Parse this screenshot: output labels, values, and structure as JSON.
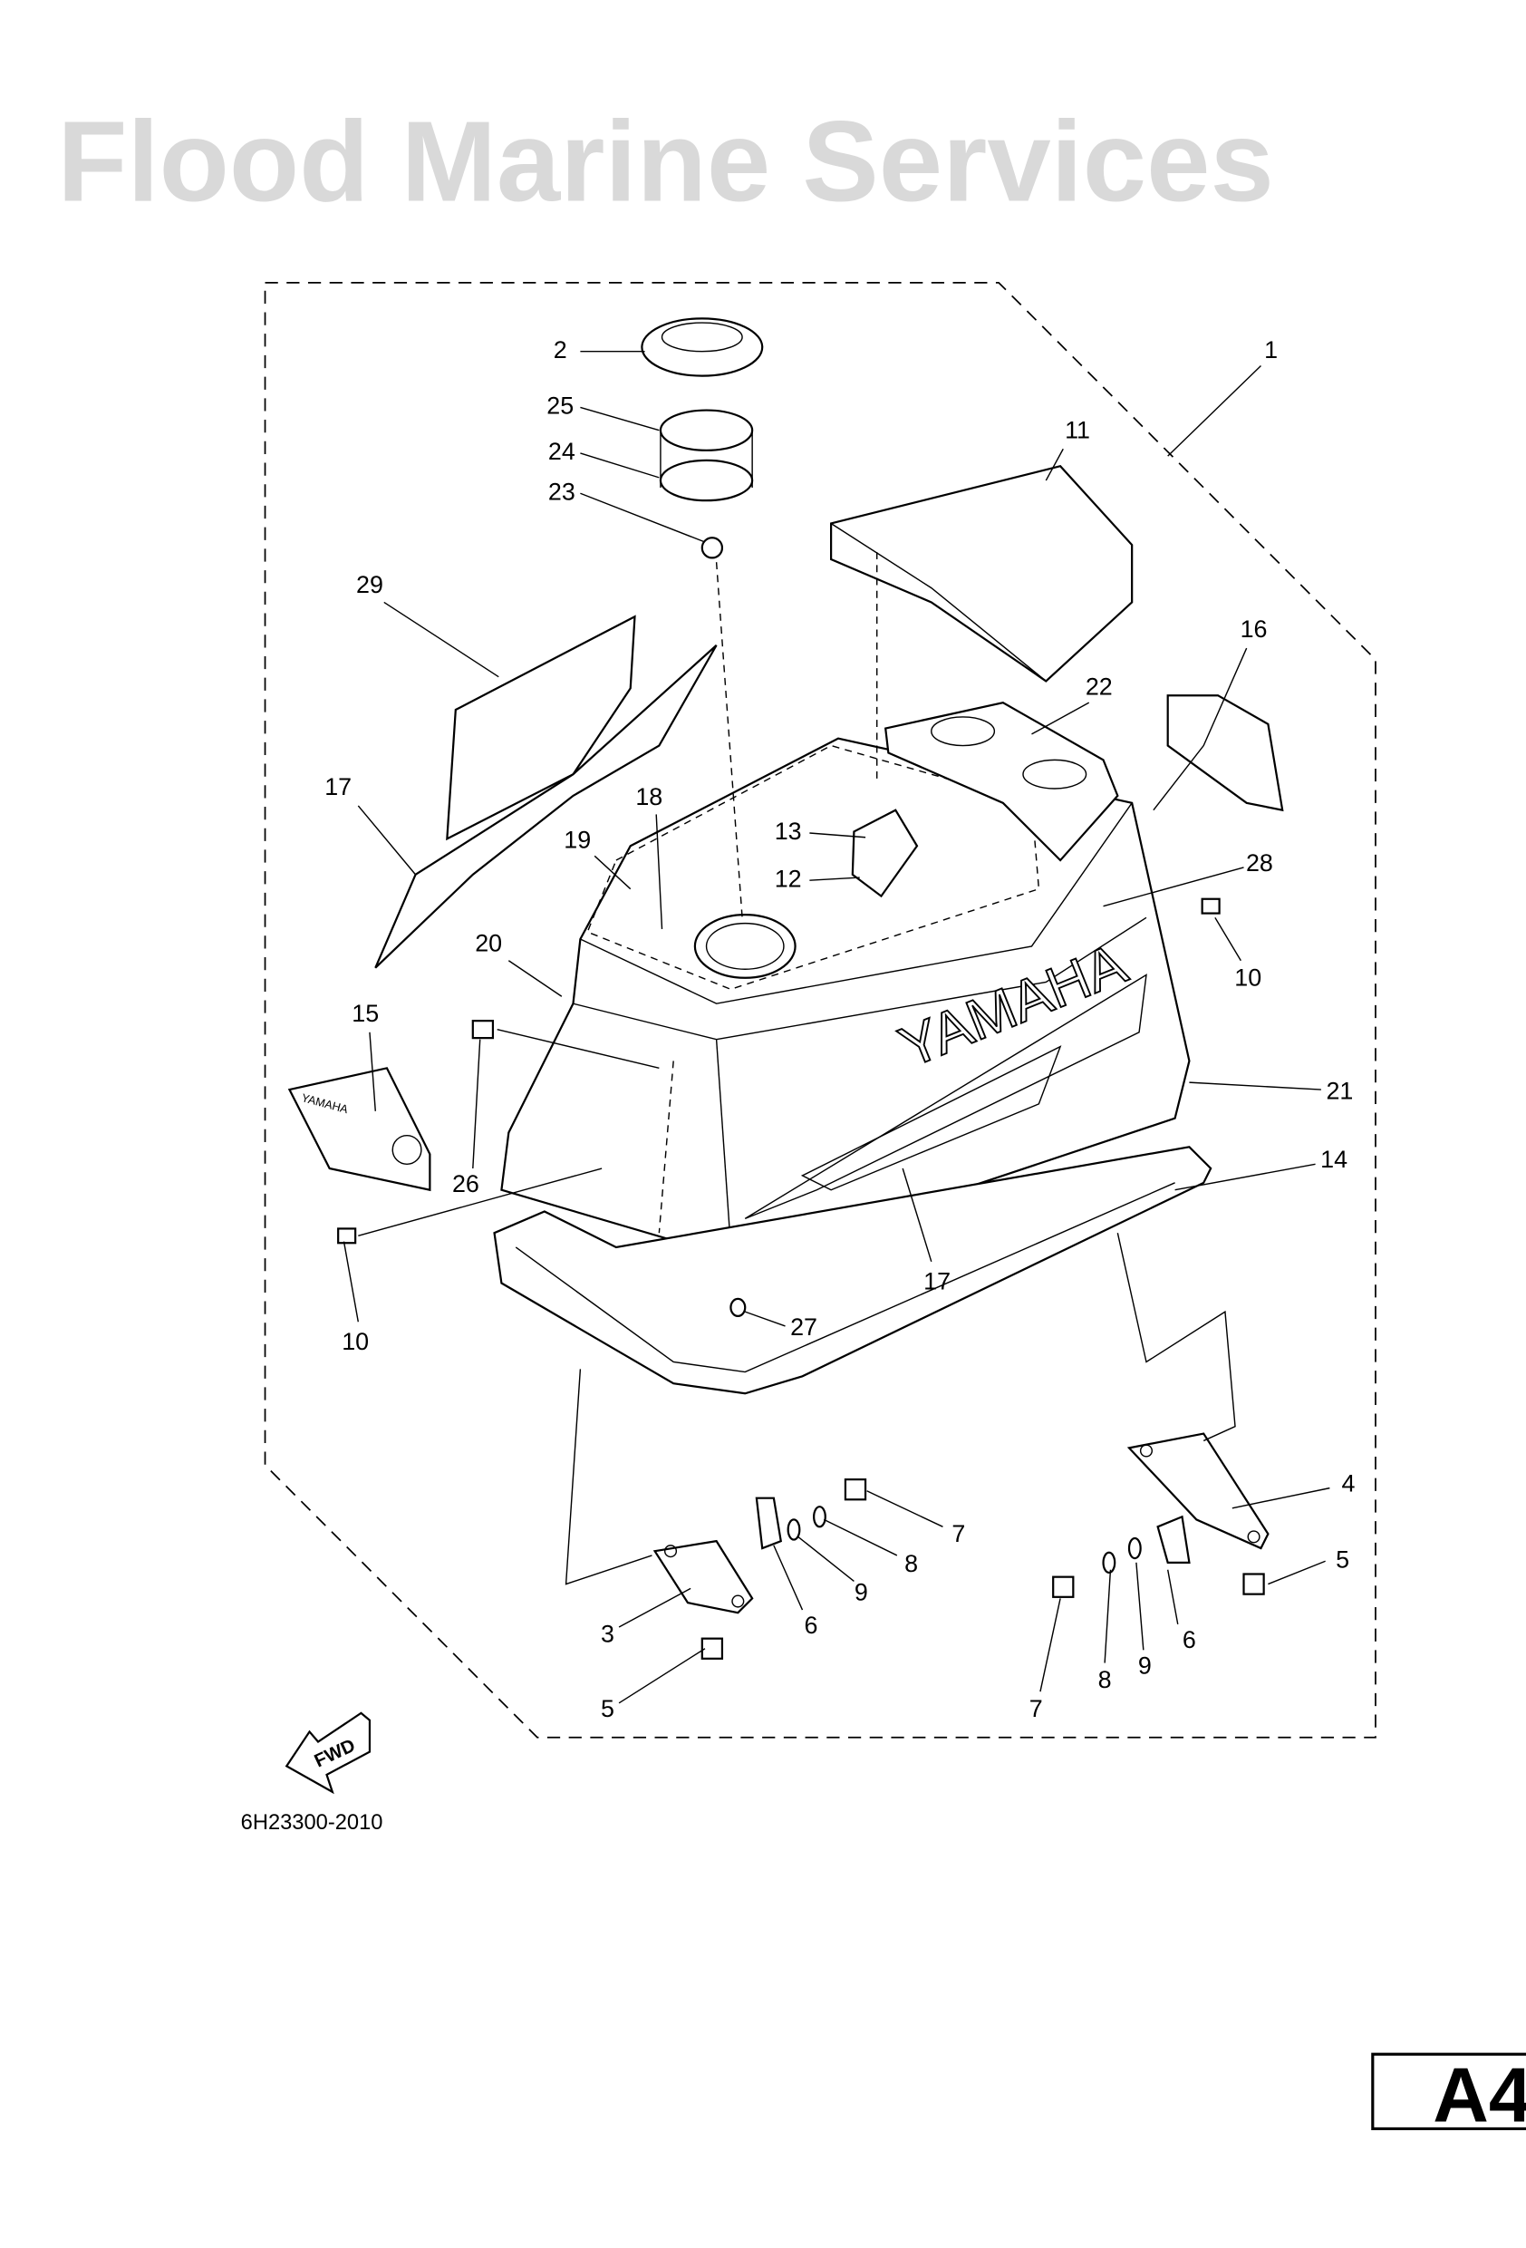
{
  "diagram": {
    "callouts": [
      "1",
      "2",
      "25",
      "24",
      "23",
      "11",
      "29",
      "16",
      "22",
      "17",
      "18",
      "19",
      "13",
      "12",
      "28",
      "20",
      "10",
      "15",
      "21",
      "14",
      "26",
      "17",
      "10",
      "27",
      "4",
      "7",
      "5",
      "8",
      "9",
      "6",
      "3",
      "6",
      "9",
      "8",
      "5",
      "7"
    ],
    "brand_decal": "YAMAHA",
    "emblem_text": "YAMAHA",
    "fwd_label": "FWD",
    "diagram_code": "6H23300-2010",
    "page_label": "A4",
    "watermark": "Flood Marine Services"
  }
}
